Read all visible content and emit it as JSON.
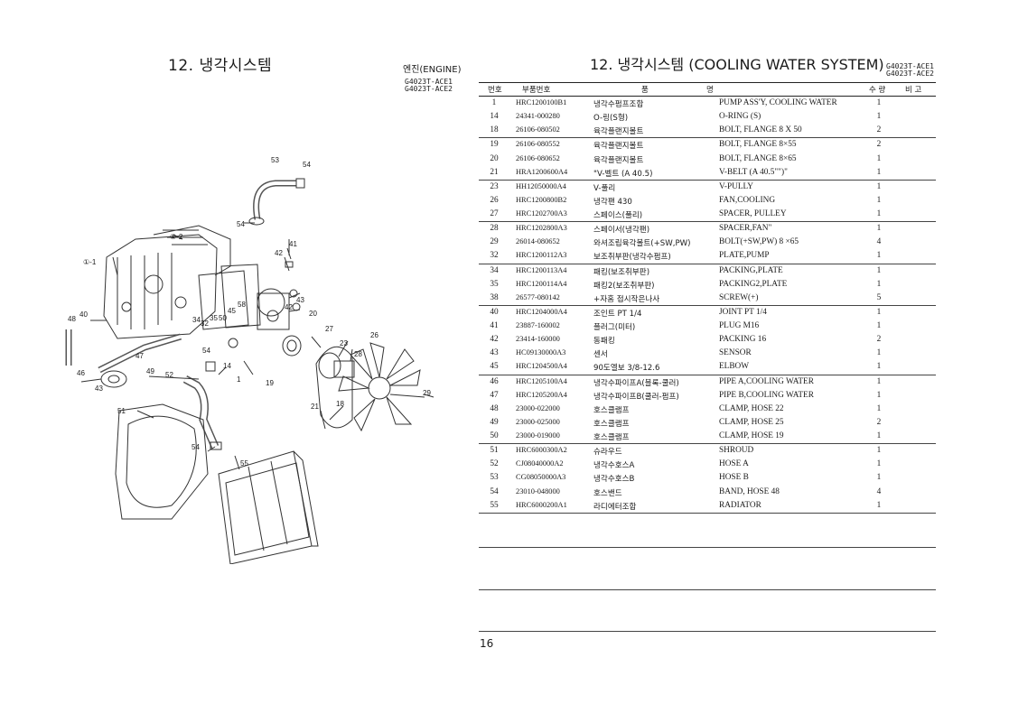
{
  "left_title": "12. 냉각시스템",
  "engine_label": "엔진(ENGINE)",
  "left_models": [
    "G4023T-ACE1",
    "G4023T-ACE2"
  ],
  "right_title": "12. 냉각시스템 (COOLING WATER SYSTEM)",
  "right_models": [
    "G4023T-ACE1",
    "G4023T-ACE2"
  ],
  "table_headers": {
    "no": "번호",
    "part_no": "부품번호",
    "name_kr": "품",
    "name_en": "명",
    "qty": "수 량",
    "remark": "비 고"
  },
  "parts": [
    {
      "no": "1",
      "part_no": "HRC1200100B1",
      "name_kr": "냉각수펌프조합",
      "name_en": "PUMP ASS'Y, COOLING WATER",
      "qty": "1"
    },
    {
      "no": "14",
      "part_no": "24341-000280",
      "name_kr": "O-링(S형)",
      "name_en": "O-RING (S)",
      "qty": "1"
    },
    {
      "no": "18",
      "part_no": "26106-080502",
      "name_kr": "육각플랜지볼트",
      "name_en": "BOLT, FLANGE 8 X 50",
      "qty": "2"
    },
    {
      "no": "19",
      "part_no": "26106-080552",
      "name_kr": "육각플랜지볼트",
      "name_en": "BOLT, FLANGE 8×55",
      "qty": "2"
    },
    {
      "no": "20",
      "part_no": "26106-080652",
      "name_kr": "육각플랜지볼트",
      "name_en": "BOLT, FLANGE 8×65",
      "qty": "1"
    },
    {
      "no": "21",
      "part_no": "HRA1200600A4",
      "name_kr": "\"V-벨트 (A 40.5)",
      "name_en": "V-BELT (A 40.5\"\")\"",
      "qty": "1"
    },
    {
      "no": "23",
      "part_no": "HH12050000A4",
      "name_kr": "V-풀리",
      "name_en": "V-PULLY",
      "qty": "1"
    },
    {
      "no": "26",
      "part_no": "HRC1200800B2",
      "name_kr": "냉각팬 430",
      "name_en": "FAN,COOLING",
      "qty": "1"
    },
    {
      "no": "27",
      "part_no": "HRC1202700A3",
      "name_kr": "스페이스(풀리)",
      "name_en": "SPACER, PULLEY",
      "qty": "1"
    },
    {
      "no": "28",
      "part_no": "HRC1202800A3",
      "name_kr": "스페이서(냉각팬)",
      "name_en": "SPACER,FAN\"",
      "qty": "1"
    },
    {
      "no": "29",
      "part_no": "26014-080652",
      "name_kr": "와셔조립육각볼트(+SW,PW)",
      "name_en": "BOLT(+SW,PW) 8 ×65",
      "qty": "4"
    },
    {
      "no": "32",
      "part_no": "HRC1200112A3",
      "name_kr": "보조취부판(냉각수펌프)",
      "name_en": "PLATE,PUMP",
      "qty": "1"
    },
    {
      "no": "34",
      "part_no": "HRC1200113A4",
      "name_kr": "패킹(보조취부판)",
      "name_en": "PACKING,PLATE",
      "qty": "1"
    },
    {
      "no": "35",
      "part_no": "HRC1200114A4",
      "name_kr": "패킹2(보조취부판)",
      "name_en": "PACKING2,PLATE",
      "qty": "1"
    },
    {
      "no": "38",
      "part_no": "26577-080142",
      "name_kr": "+자홈 접시작은나사",
      "name_en": "SCREW(+)",
      "qty": "5"
    },
    {
      "no": "40",
      "part_no": "HRC1204000A4",
      "name_kr": "조인트 PT 1/4",
      "name_en": "JOINT PT 1/4",
      "qty": "1"
    },
    {
      "no": "41",
      "part_no": "23887-160002",
      "name_kr": "플러그(미터)",
      "name_en": "PLUG M16",
      "qty": "1"
    },
    {
      "no": "42",
      "part_no": "23414-160000",
      "name_kr": "동패킹",
      "name_en": "PACKING 16",
      "qty": "2"
    },
    {
      "no": "43",
      "part_no": "HC09130000A3",
      "name_kr": "센서",
      "name_en": "SENSOR",
      "qty": "1"
    },
    {
      "no": "45",
      "part_no": "HRC1204500A4",
      "name_kr": "90도엘보 3/8-12.6",
      "name_en": "ELBOW",
      "qty": "1"
    },
    {
      "no": "46",
      "part_no": "HRC1205100A4",
      "name_kr": "냉각수파이프A(블록-쿨러)",
      "name_en": "PIPE A,COOLING WATER",
      "qty": "1"
    },
    {
      "no": "47",
      "part_no": "HRC1205200A4",
      "name_kr": "냉각수파이프B(쿨러-펌프)",
      "name_en": "PIPE B,COOLING WATER",
      "qty": "1"
    },
    {
      "no": "48",
      "part_no": "23000-022000",
      "name_kr": "호스클램프",
      "name_en": "CLAMP, HOSE 22",
      "qty": "1"
    },
    {
      "no": "49",
      "part_no": "23000-025000",
      "name_kr": "호스클램프",
      "name_en": "CLAMP, HOSE 25",
      "qty": "2"
    },
    {
      "no": "50",
      "part_no": "23000-019000",
      "name_kr": "호스클램프",
      "name_en": "CLAMP, HOSE 19",
      "qty": "1"
    },
    {
      "no": "51",
      "part_no": "HRC6000300A2",
      "name_kr": "슈라우드",
      "name_en": "SHROUD",
      "qty": "1"
    },
    {
      "no": "52",
      "part_no": "CJ08040000A2",
      "name_kr": "냉각수호스A",
      "name_en": "HOSE A",
      "qty": "1"
    },
    {
      "no": "53",
      "part_no": "CG08050000A3",
      "name_kr": "냉각수호스B",
      "name_en": "HOSE B",
      "qty": "1"
    },
    {
      "no": "54",
      "part_no": "23010-048000",
      "name_kr": "호스밴드",
      "name_en": "BAND, HOSE 48",
      "qty": "4"
    },
    {
      "no": "55",
      "part_no": "HRC6000200A1",
      "name_kr": "라디에터조합",
      "name_en": "RADIATOR",
      "qty": "1"
    }
  ],
  "separators_after": [
    2,
    5,
    8,
    11,
    14,
    19,
    24,
    29
  ],
  "diagram_callouts": [
    "53",
    "54",
    "54",
    "①-2",
    "①-1",
    "41",
    "42",
    "43",
    "42",
    "20",
    "58",
    "45",
    "34",
    "32",
    "35",
    "50",
    "48",
    "40",
    "46",
    "47",
    "54",
    "49",
    "43",
    "52",
    "14",
    "1",
    "19",
    "27",
    "23",
    "28",
    "26",
    "21",
    "18",
    "29",
    "51",
    "54",
    "55"
  ],
  "page_number": "16"
}
